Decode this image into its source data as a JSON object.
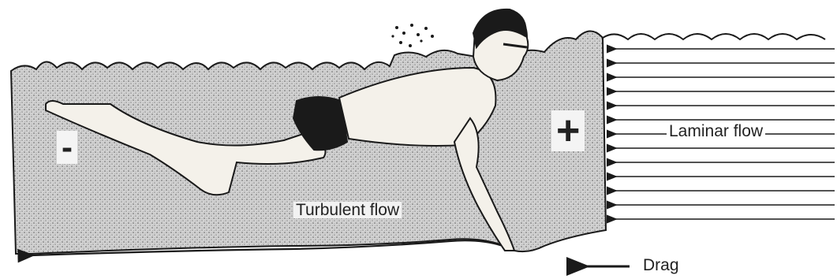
{
  "labels": {
    "laminar": "Laminar flow",
    "turbulent": "Turbulent flow",
    "drag": "Drag",
    "plus": "+",
    "minus": "-"
  },
  "colors": {
    "water_fill": "#c9c9c9",
    "ink": "#1a1a1a",
    "skin": "#f4f1ea",
    "background": "#ffffff"
  }
}
